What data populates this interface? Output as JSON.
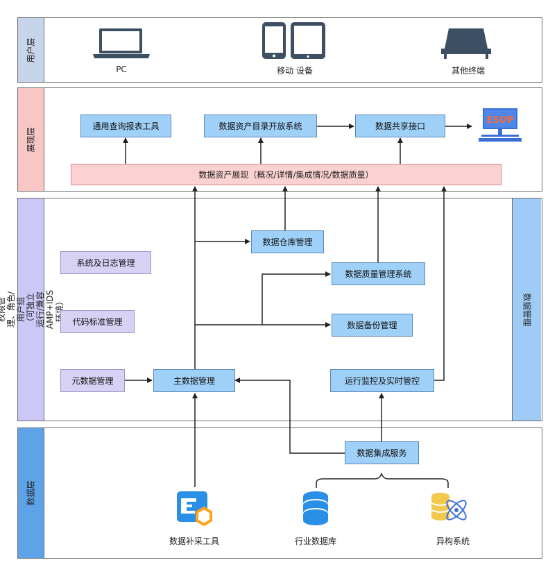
{
  "layers": {
    "user": "用户层",
    "presentation": "展现层",
    "governance": "权限管理、角色/用户组（可独立运行/兼容AMP+IDS环境）",
    "data": "数据层",
    "data_management": "数据管理"
  },
  "devices": {
    "pc": "PC",
    "mobile": "移动 设备",
    "other": "其他终端"
  },
  "presentation": {
    "report_tool": "通用查询报表工具",
    "catalog_system": "数据资产目录开放系统",
    "share_interface": "数据共享接口",
    "esop_icon_text": "ESOP",
    "asset_display": "数据资产展现（概况/详情/集成情况/数据质量）"
  },
  "governance_boxes": {
    "system_log": "系统及日志管理",
    "code_standard": "代码标准管理",
    "metadata": "元数据管理",
    "master_data": "主数据管理",
    "warehouse": "数据仓库管理",
    "quality_system": "数据质量管理系统",
    "backup": "数据备份管理",
    "monitoring": "运行监控及实时管控"
  },
  "data_layer": {
    "integration_service": "数据集成服务",
    "collection_tool": "数据补采工具",
    "industry_db": "行业数据库",
    "heterogeneous": "异构系统"
  },
  "colors": {
    "user_tab": "#c7d5ea",
    "presentation_tab": "#f9c6c6",
    "governance_tab": "#cbc7f7",
    "data_tab": "#5ea3e8",
    "mgmt_tab": "#9fcbf7",
    "box_blue": "#9fd0f7",
    "box_purple": "#d7d2f3",
    "display_bar": "#fbd1d1"
  }
}
